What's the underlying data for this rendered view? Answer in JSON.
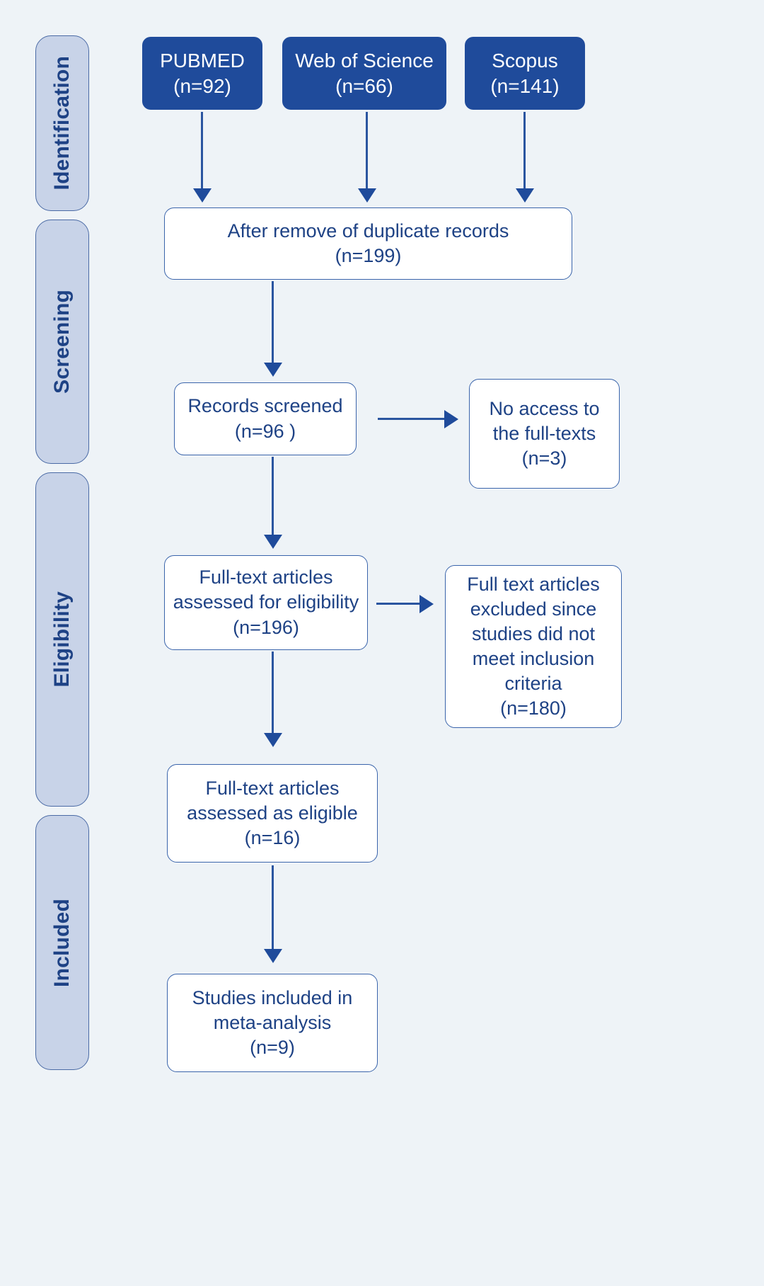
{
  "diagram": {
    "type": "prisma-flow-diagram",
    "background_color": "#eef3f7",
    "accent_color": "#1f4b9b",
    "stage_fill_color": "#c8d3e8",
    "text_color": "#1e4285"
  },
  "stages": [
    {
      "label": "Identification"
    },
    {
      "label": "Screening"
    },
    {
      "label": "Eligibility"
    },
    {
      "label": "Included"
    }
  ],
  "sources": [
    {
      "name": "PUBMED",
      "count": "(n=92)"
    },
    {
      "name": "Web of Science",
      "count": "(n=66)"
    },
    {
      "name": "Scopus",
      "count": "(n=141)"
    }
  ],
  "steps": {
    "duplicates": {
      "line1": "After remove of duplicate records",
      "line2": "(n=199)"
    },
    "screened": {
      "line1": "Records screened",
      "line2": "(n=96 )"
    },
    "no_access": {
      "line1": "No access to",
      "line2": "the full-texts",
      "line3": "(n=3)"
    },
    "assessed": {
      "line1": "Full-text articles",
      "line2": "assessed for eligibility",
      "line3": "(n=196)"
    },
    "excluded": {
      "line1": "Full text articles",
      "line2": "excluded since",
      "line3": "studies did not",
      "line4": "meet inclusion",
      "line5": "criteria",
      "line6": "(n=180)"
    },
    "eligible": {
      "line1": "Full-text articles",
      "line2": "assessed as eligible",
      "line3": "(n=16)"
    },
    "included": {
      "line1": "Studies included in",
      "line2": "meta-analysis",
      "line3": "(n=9)"
    }
  }
}
